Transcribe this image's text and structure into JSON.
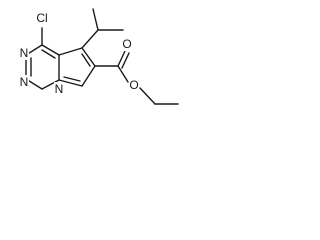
{
  "structure": {
    "atoms": {
      "chlorine": "Cl",
      "ring_nitrogen_top": "N",
      "ring_nitrogen_bottom_left": "N",
      "ring_nitrogen_bridge": "N",
      "carbonyl_oxygen": "O",
      "ester_oxygen": "O"
    }
  }
}
